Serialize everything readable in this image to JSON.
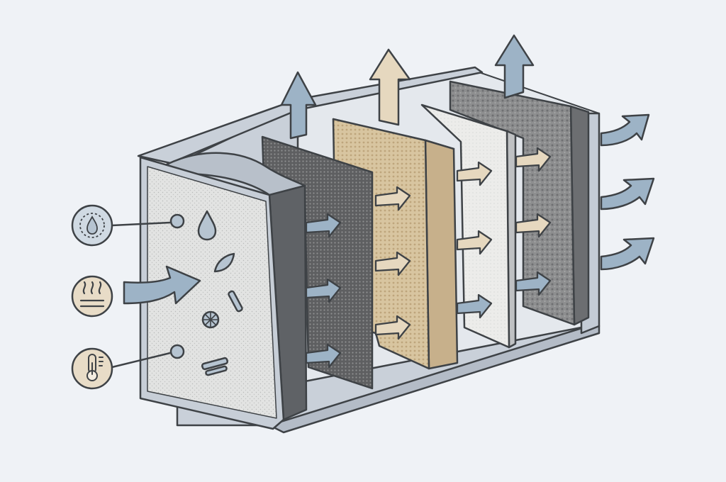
{
  "diagram": {
    "layers": [
      {
        "name": "prefilter-panel",
        "color": "#dedfde"
      },
      {
        "name": "mesh-panel",
        "color": "#6f6f6f"
      },
      {
        "name": "carbon-panel",
        "color": "#d9c9a9"
      },
      {
        "name": "hepa-panel",
        "color": "#e8e8e6"
      },
      {
        "name": "final-panel",
        "color": "#8c8c8c"
      }
    ],
    "indicators": [
      {
        "icon": "humidity-icon",
        "fill": "#d0dae3"
      },
      {
        "icon": "heat-icon",
        "fill": "#e8dcc7"
      },
      {
        "icon": "thermometer-icon",
        "fill": "#e8dcc7"
      }
    ],
    "colors": {
      "housing": "#c9d0d9",
      "airflow_arrow": "#9db3c6",
      "filtered_arrow": "#e6d8bf",
      "outline": "#3e4246",
      "background": "#eff2f6"
    }
  }
}
